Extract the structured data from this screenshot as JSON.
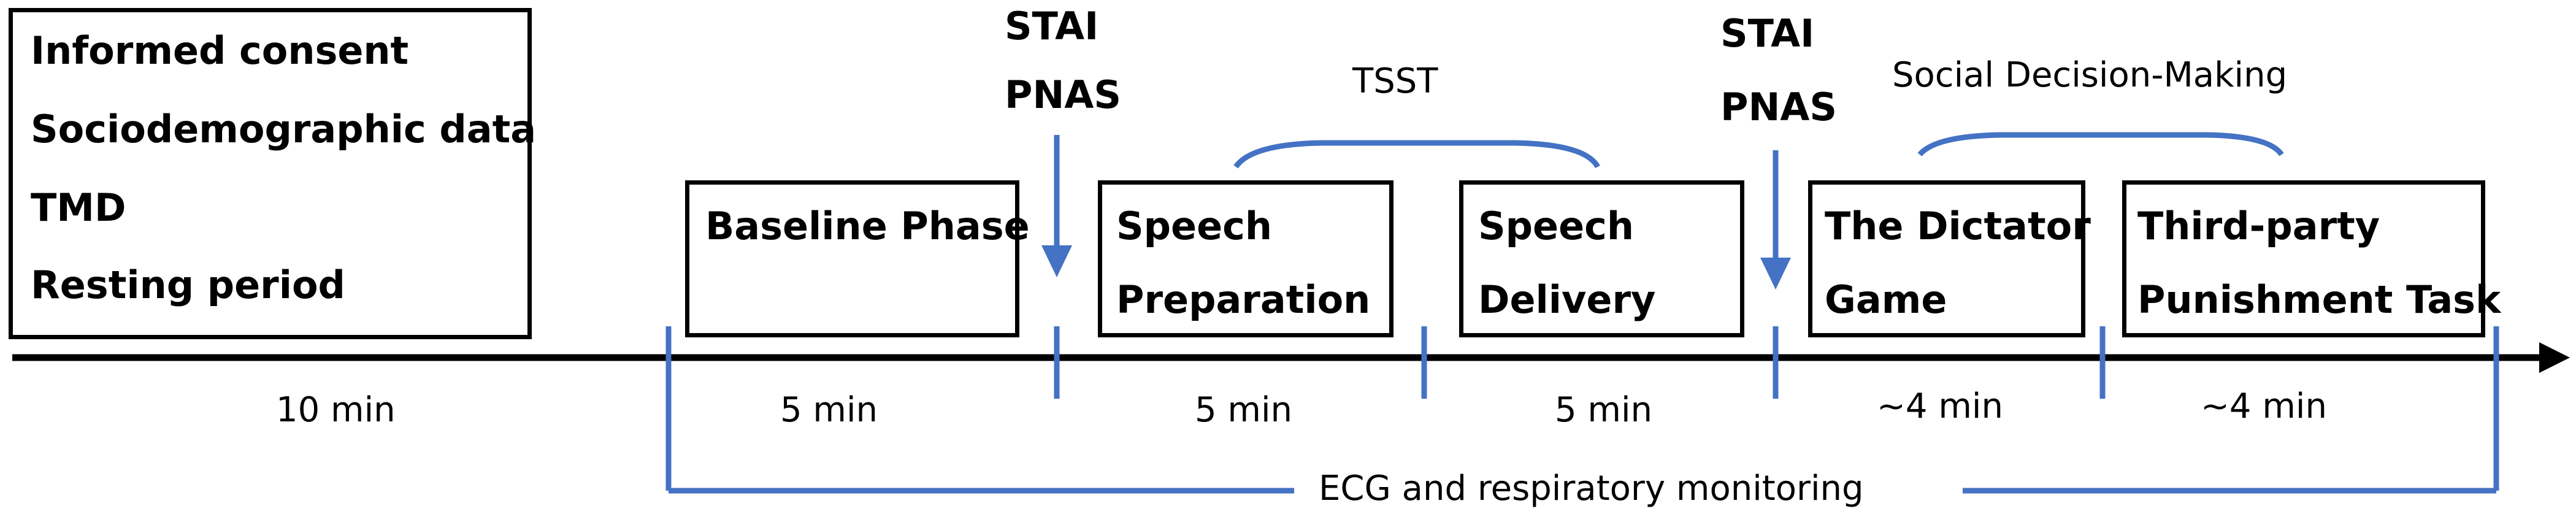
{
  "intro_box": {
    "lines": [
      "Informed consent",
      "Sociodemographic data",
      "TMD",
      "Resting period"
    ]
  },
  "phases": [
    {
      "lines": [
        "Baseline Phase"
      ]
    },
    {
      "lines": [
        "Speech",
        "Preparation"
      ]
    },
    {
      "lines": [
        "Speech",
        "Delivery"
      ]
    },
    {
      "lines": [
        "The Dictator",
        "Game"
      ]
    },
    {
      "lines": [
        "Third-party",
        "Punishment Task"
      ]
    }
  ],
  "questionnaires": [
    {
      "lines": [
        "STAI",
        "PNAS"
      ]
    },
    {
      "lines": [
        "STAI",
        "PNAS"
      ]
    }
  ],
  "groups": {
    "tsst": "TSST",
    "social": "Social Decision-Making"
  },
  "durations": [
    "10 min",
    "5 min",
    "5 min",
    "5 min",
    "~4 min",
    "~4 min"
  ],
  "monitoring": "ECG and respiratory monitoring",
  "colors": {
    "accent": "#4472C4",
    "line": "#000000"
  }
}
